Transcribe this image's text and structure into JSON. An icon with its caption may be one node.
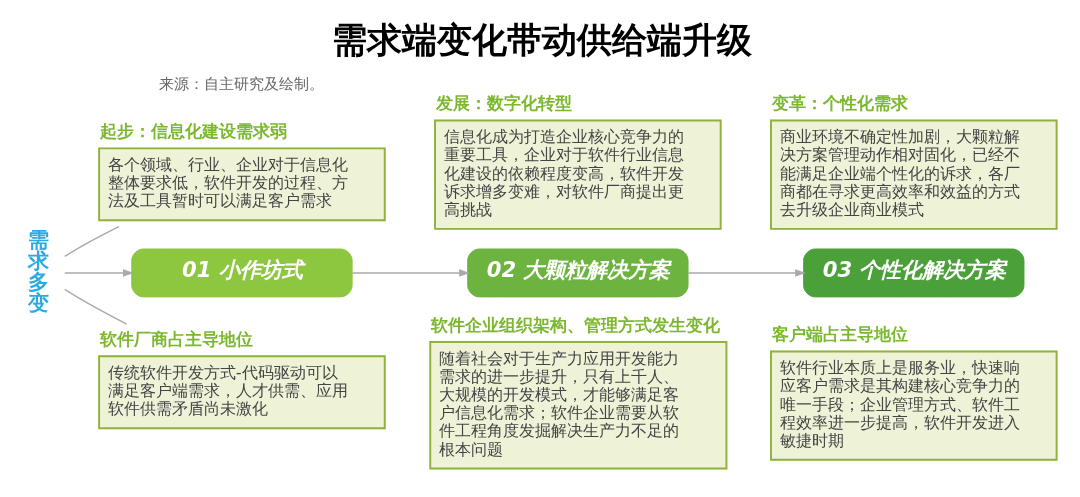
{
  "diagram": {
    "title": "需求端变化带动供给端升级",
    "nodes": [
      {
        "text": [
          "需求多变"
        ]
      },
      {
        "text": [
          "起步：信息化建设需求弱",
          "各个领域、行业、企业对于信息化整体要求低，软件开发的过程、方法及工具暂时可以满足客户需求"
        ]
      },
      {
        "text": [
          "发展：数字化转型",
          "信息化成为打造企业核心竞争力的重要工具，企业对于软件行业信息化建设的依赖程度变高，软件开发诉求增多变难，对软件厂商提出更高挑战"
        ]
      },
      {
        "text": [
          "变革：个性化需求",
          "商业环境不确定性加剧，大颗粒解决方案管理动作相对固化，已经不能满足企业端个性化的诉求，各厂商都在寻求更高效率和效益的方式去升级企业商业模式"
        ]
      },
      {
        "text": [
          "01 小作坊式"
        ]
      },
      {
        "text": [
          "02 大颗粒解决方案"
        ]
      },
      {
        "text": [
          "03 个性化解决方案"
        ]
      },
      {
        "text": [
          "软件厂商占主导地位",
          "传统软件开发方式-代码驱动可以满足客户端需求，人才供需、应用软件供需矛盾尚未激化"
        ]
      },
      {
        "text": [
          "软件企业组织架构、管理方式发生变化",
          "随着社会对于生产力应用开发能力需求的进一步提升，只有上千人、大规模的开发模式，才能够满足客户信息化需求；软件企业需要从软件工程角度发掘解决生产力不足的根本问题"
        ]
      },
      {
        "text": [
          "客户端占主导地位",
          "软件行业本质上是服务业，快速响应客户需求是其构建核心竞争力的唯一手段；企业管理方式、软件工程效率进一步提高，软件开发进入敏捷时期"
        ]
      }
    ],
    "edges": [
      {
        "from": 0,
        "to": 1,
        "arrow": "none"
      },
      {
        "from": 0,
        "to": 4,
        "arrow": "to"
      },
      {
        "from": 0,
        "to": 7,
        "arrow": "none"
      },
      {
        "from": 4,
        "to": 5,
        "arrow": "to"
      },
      {
        "from": 5,
        "to": 6,
        "arrow": "to"
      }
    ],
    "labels": [
      "来源：自主研究及绘制。"
    ]
  }
}
